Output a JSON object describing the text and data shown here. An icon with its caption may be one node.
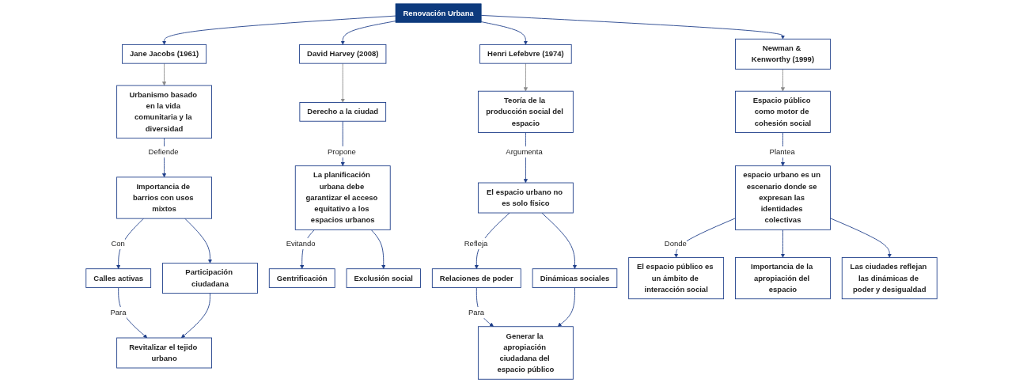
{
  "diagram": {
    "nodes": [
      {
        "text": [
          "Renovación Urbana"
        ]
      },
      {
        "text": [
          "Jane Jacobs (1961)"
        ]
      },
      {
        "text": [
          "David Harvey (2008)"
        ]
      },
      {
        "text": [
          "Henri Lefebvre (1974)"
        ]
      },
      {
        "text": [
          "Newman & Kenworthy (1999)"
        ]
      },
      {
        "text": [
          "Urbanismo basado en la vida comunitaria y la diversidad"
        ]
      },
      {
        "text": [
          "Importancia de barrios con usos mixtos"
        ]
      },
      {
        "text": [
          "Calles activas"
        ]
      },
      {
        "text": [
          "Participación ciudadana"
        ]
      },
      {
        "text": [
          "Revitalizar el tejido urbano"
        ]
      },
      {
        "text": [
          "Derecho a la ciudad"
        ]
      },
      {
        "text": [
          "La planificación urbana debe garantizar el acceso equitativo a los espacios urbanos"
        ]
      },
      {
        "text": [
          "Gentrificación"
        ]
      },
      {
        "text": [
          "Exclusión social"
        ]
      },
      {
        "text": [
          "Teoría de la producción social del espacio"
        ]
      },
      {
        "text": [
          "El espacio urbano no es solo físico"
        ]
      },
      {
        "text": [
          "Relaciones de poder"
        ]
      },
      {
        "text": [
          "Dinámicas sociales"
        ]
      },
      {
        "text": [
          "Generar la apropiación ciudadana del espacio público"
        ]
      },
      {
        "text": [
          "Espacio público como motor de cohesión social"
        ]
      },
      {
        "text": [
          "espacio urbano es un escenario donde se expresan las identidades colectivas"
        ]
      },
      {
        "text": [
          "El espacio público es un ámbito de interacción social"
        ]
      },
      {
        "text": [
          "Importancia de la apropiación del espacio"
        ]
      },
      {
        "text": [
          "Las ciudades reflejan las dinámicas de poder y desigualdad"
        ]
      }
    ],
    "edges": [
      {
        "from": 0,
        "to": 1,
        "arrow": "to"
      },
      {
        "from": 0,
        "to": 2,
        "arrow": "to"
      },
      {
        "from": 0,
        "to": 3,
        "arrow": "to"
      },
      {
        "from": 0,
        "to": 4,
        "arrow": "to"
      },
      {
        "from": 1,
        "to": 5,
        "arrow": "to",
        "color": "#8a8a8a"
      },
      {
        "from": 5,
        "to": 6,
        "arrow": "to",
        "label": "Defiende"
      },
      {
        "from": 6,
        "to": 7,
        "arrow": "to",
        "label": "Con"
      },
      {
        "from": 6,
        "to": 8,
        "arrow": "to"
      },
      {
        "from": 7,
        "to": 9,
        "arrow": "to",
        "label": "Para"
      },
      {
        "from": 8,
        "to": 9,
        "arrow": "to"
      },
      {
        "from": 2,
        "to": 10,
        "arrow": "to",
        "color": "#8a8a8a"
      },
      {
        "from": 10,
        "to": 11,
        "arrow": "to",
        "label": "Propone"
      },
      {
        "from": 11,
        "to": 12,
        "arrow": "to",
        "label": "Evitando"
      },
      {
        "from": 11,
        "to": 13,
        "arrow": "to"
      },
      {
        "from": 3,
        "to": 14,
        "arrow": "to",
        "color": "#8a8a8a"
      },
      {
        "from": 14,
        "to": 15,
        "arrow": "to",
        "label": "Argumenta"
      },
      {
        "from": 15,
        "to": 16,
        "arrow": "to",
        "label": "Refleja"
      },
      {
        "from": 15,
        "to": 17,
        "arrow": "to"
      },
      {
        "from": 16,
        "to": 18,
        "arrow": "to",
        "label": "Para"
      },
      {
        "from": 17,
        "to": 18,
        "arrow": "to"
      },
      {
        "from": 4,
        "to": 19,
        "arrow": "to",
        "color": "#8a8a8a"
      },
      {
        "from": 19,
        "to": 20,
        "arrow": "to",
        "label": "Plantea"
      },
      {
        "from": 20,
        "to": 21,
        "arrow": "to",
        "label": "Donde"
      },
      {
        "from": 20,
        "to": 22,
        "arrow": "to"
      },
      {
        "from": 20,
        "to": 23,
        "arrow": "to"
      }
    ]
  }
}
